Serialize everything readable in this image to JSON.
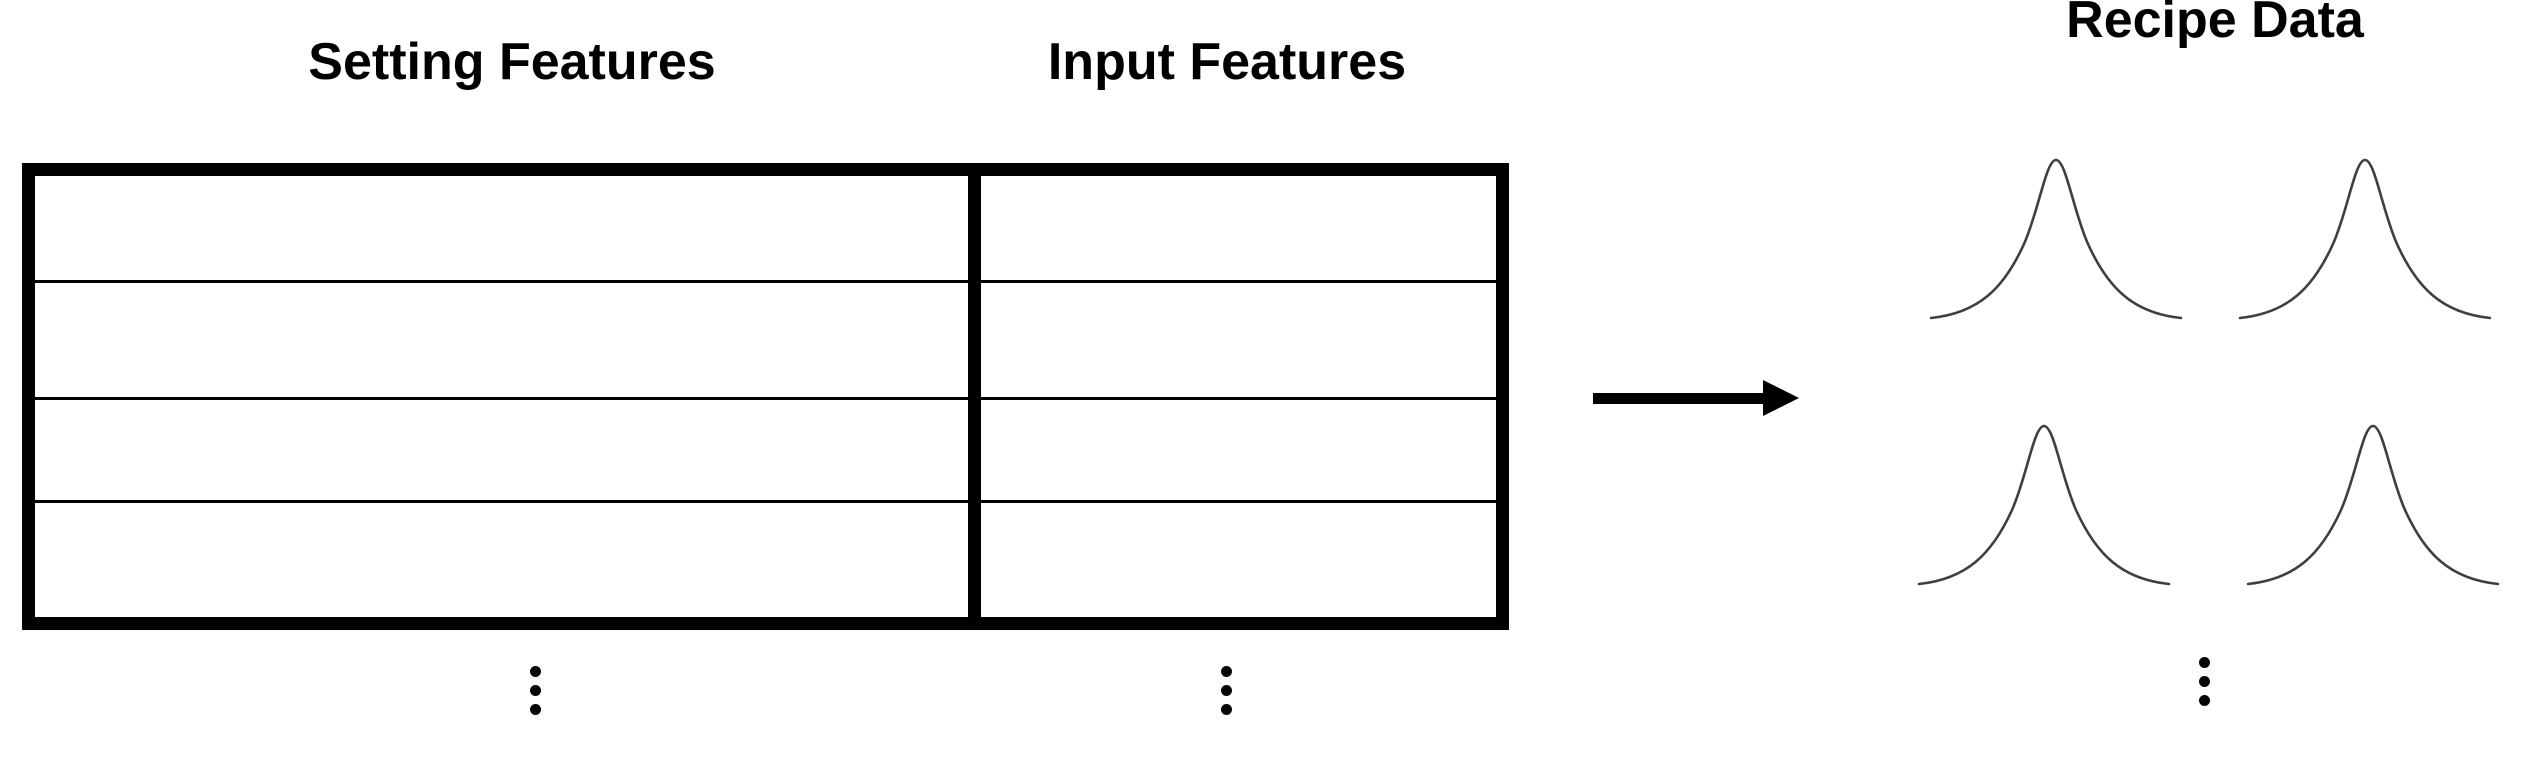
{
  "feature_table": {
    "column_headers": [
      "Setting Features",
      "Input Features"
    ],
    "row_count": 4,
    "cells": "empty",
    "ellipsis_glyph": "⋮"
  },
  "arrow": {
    "direction": "right"
  },
  "recipe_panel": {
    "title": "Recipe Data",
    "curve_type": "gaussian-distribution",
    "curve_grid": {
      "rows": 2,
      "cols": 2
    },
    "ellipsis_glyph": "⋮"
  },
  "colors": {
    "ink": "#000000",
    "curve_stroke": "#3f3f3f",
    "background": "#ffffff"
  }
}
